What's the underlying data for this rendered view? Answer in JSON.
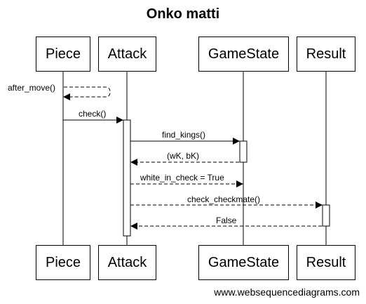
{
  "diagram": {
    "title": "Onko matti",
    "participants": [
      "Piece",
      "Attack",
      "GameState",
      "Result"
    ],
    "messages": [
      {
        "from": "Piece",
        "to": "Piece",
        "label": "after_move()",
        "style": "dashed"
      },
      {
        "from": "Piece",
        "to": "Attack",
        "label": "check()",
        "style": "solid"
      },
      {
        "from": "Attack",
        "to": "GameState",
        "label": "find_kings()",
        "style": "solid"
      },
      {
        "from": "GameState",
        "to": "Attack",
        "label": "(wK, bK)",
        "style": "dashed"
      },
      {
        "from": "Attack",
        "to": "GameState",
        "label": "white_in_check = True",
        "style": "dashed"
      },
      {
        "from": "Attack",
        "to": "Result",
        "label": "check_checkmate()",
        "style": "dashed"
      },
      {
        "from": "Result",
        "to": "Attack",
        "label": "False",
        "style": "dashed"
      }
    ],
    "footer": "www.websequencediagrams.com"
  }
}
